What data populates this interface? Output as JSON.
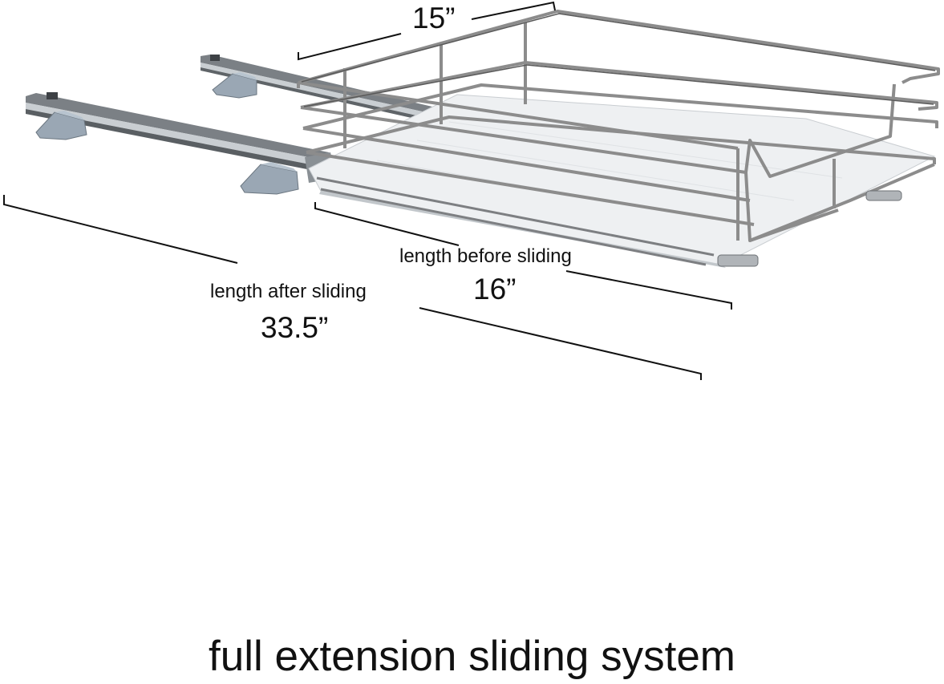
{
  "dimensions": {
    "width": "15”",
    "before": {
      "caption": "length before sliding",
      "value": "16”"
    },
    "after": {
      "caption": "length after sliding",
      "value": "33.5”"
    }
  },
  "caption": "full extension sliding system",
  "colors": {
    "chrome": "#8c8c8c",
    "chrome_dark": "#5a5a5a",
    "rail": "#6d7175",
    "rail_highlight": "#c9ced2",
    "bracket": "#9aa7b4",
    "shelf": "#eef0f2",
    "dimension_line": "#111111"
  }
}
